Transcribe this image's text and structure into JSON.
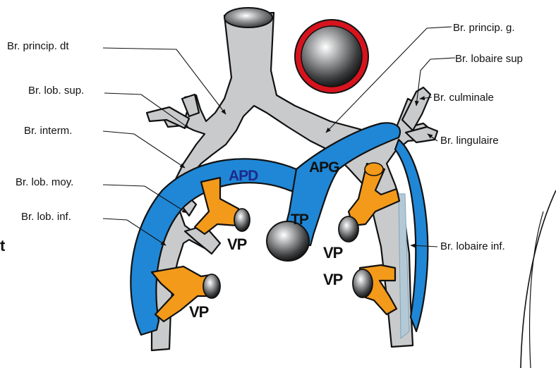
{
  "colors": {
    "bronchus": "#c9cacc",
    "artery": "#1f87d6",
    "vein": "#f39a1a",
    "aorta_ring": "#d7141d",
    "outline": "#111111",
    "artery_label_dark": "#1c2a8c"
  },
  "labels": {
    "br_princip_dt": "Br. princip. dt",
    "br_lob_sup": "Br. lob. sup.",
    "br_interm": "Br. interm.",
    "br_lob_moy": "Br. lob. moy.",
    "br_lob_inf": "Br. lob. inf.",
    "br_princip_g": "Br. princip. g.",
    "br_lobaire_sup": "Br. lobaire sup",
    "br_culminale": "Br. culminale",
    "br_lingulaire": "Br. lingulaire",
    "br_lobaire_inf": "Br. lobaire inf."
  },
  "vessels": {
    "apd": "APD",
    "apg": "APG",
    "tp": "TP",
    "vp_right_upper": "VP",
    "vp_right_lower": "VP",
    "vp_left_upper": "VP",
    "vp_left_lower": "VP"
  },
  "edge_fragment": "t"
}
